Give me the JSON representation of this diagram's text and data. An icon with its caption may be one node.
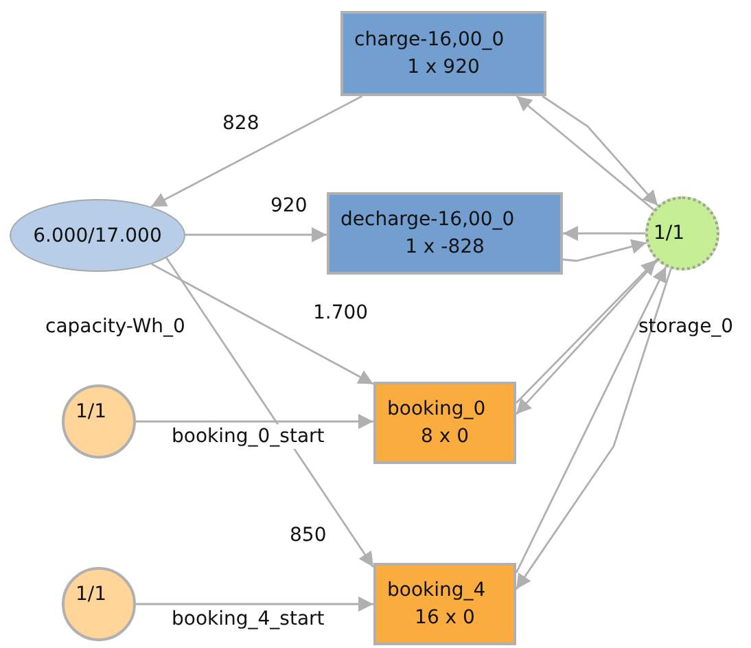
{
  "diagram": {
    "nodes": [
      {
        "text": [
          "charge-16,00_0",
          "1 x 920"
        ]
      },
      {
        "text": [
          "6.000/17.000"
        ],
        "beside": [
          "capacity-Wh_0"
        ]
      },
      {
        "text": [
          "decharge-16,00_0",
          "1 x -828"
        ]
      },
      {
        "text": [
          "1/1"
        ],
        "beside": [
          "storage_0"
        ]
      },
      {
        "text": [
          "1/1"
        ]
      },
      {
        "text": [
          "booking_0",
          "8 x 0"
        ]
      },
      {
        "text": [
          "1/1"
        ]
      },
      {
        "text": [
          "booking_4",
          "16 x 0"
        ]
      }
    ],
    "edges": [
      {
        "from": 0,
        "to": 1,
        "arrow": "to",
        "label": "828"
      },
      {
        "from": 1,
        "to": 2,
        "arrow": "to",
        "label": "920"
      },
      {
        "from": 1,
        "to": 5,
        "arrow": "to",
        "label": "1.700"
      },
      {
        "from": 1,
        "to": 7,
        "arrow": "to",
        "label": "850"
      },
      {
        "from": 4,
        "to": 5,
        "arrow": "to",
        "label": "booking_0_start"
      },
      {
        "from": 6,
        "to": 7,
        "arrow": "to",
        "label": "booking_4_start"
      },
      {
        "from": 3,
        "to": 0,
        "arrow": "to"
      },
      {
        "from": 0,
        "to": 3,
        "arrow": "to"
      },
      {
        "from": 3,
        "to": 2,
        "arrow": "to"
      },
      {
        "from": 2,
        "to": 3,
        "arrow": "to"
      },
      {
        "from": 5,
        "to": 3,
        "arrow": "to"
      },
      {
        "from": 3,
        "to": 5,
        "arrow": "to"
      },
      {
        "from": 7,
        "to": 3,
        "arrow": "to"
      },
      {
        "from": 3,
        "to": 7,
        "arrow": "to"
      }
    ]
  }
}
